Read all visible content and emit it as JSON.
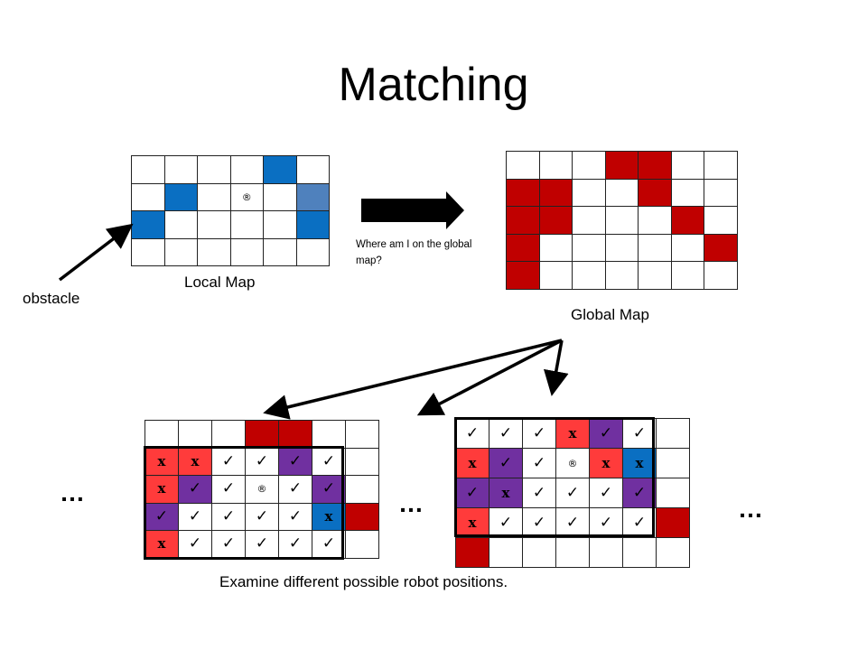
{
  "title": "Matching",
  "labels": {
    "local_map": "Local Map",
    "global_map": "Global Map",
    "obstacle": "obstacle",
    "question": "Where am I on the global map?",
    "caption": "Examine different possible robot positions.",
    "ellipsis": "…"
  },
  "colors": {
    "local_obstacle": "#0a6fc2",
    "local_obstacle_light": "#4f81bd",
    "global_obstacle": "#c00000",
    "mismatch": "#ff3b3b",
    "purple": "#7030a0",
    "line": "#222222"
  },
  "symbols": {
    "check": "✓",
    "x": "x",
    "robot": "®"
  },
  "local_map": {
    "rows": [
      [
        "",
        "",
        "",
        "",
        "B",
        ""
      ],
      [
        "",
        "B",
        "",
        "R",
        "",
        "L"
      ],
      [
        "B",
        "",
        "",
        "",
        "",
        "B"
      ],
      [
        "",
        "",
        "",
        "",
        "",
        ""
      ]
    ]
  },
  "global_map": {
    "rows": [
      [
        "",
        "",
        "",
        "G",
        "G",
        "",
        ""
      ],
      [
        "G",
        "G",
        "",
        "",
        "G",
        "",
        ""
      ],
      [
        "G",
        "G",
        "",
        "",
        "",
        "G",
        ""
      ],
      [
        "G",
        "",
        "",
        "",
        "",
        "",
        "G"
      ],
      [
        "G",
        "",
        "",
        "",
        "",
        "",
        ""
      ]
    ]
  },
  "candidate_left": {
    "rows": [
      [
        ".",
        ".",
        ".",
        "G",
        "G",
        ".",
        "."
      ],
      [
        "rx",
        "rx",
        "c",
        "c",
        "pc",
        "c",
        "."
      ],
      [
        "rx",
        "pc",
        "c",
        "R",
        "c",
        "pc",
        "."
      ],
      [
        "pc",
        "c",
        "c",
        "c",
        "c",
        "bx",
        "G"
      ],
      [
        "rx",
        "c",
        "c",
        "c",
        "c",
        "c",
        "."
      ]
    ]
  },
  "candidate_right": {
    "rows": [
      [
        "c",
        "c",
        "c",
        "rx",
        "pc",
        "c",
        "."
      ],
      [
        "rx",
        "pc",
        "c",
        "R",
        "rx",
        "bx",
        "."
      ],
      [
        "pc",
        "px",
        "c",
        "c",
        "c",
        "pc",
        "."
      ],
      [
        "rx",
        "c",
        "c",
        "c",
        "c",
        "c",
        "G"
      ],
      [
        "G",
        ".",
        ".",
        ".",
        ".",
        ".",
        "."
      ]
    ]
  }
}
